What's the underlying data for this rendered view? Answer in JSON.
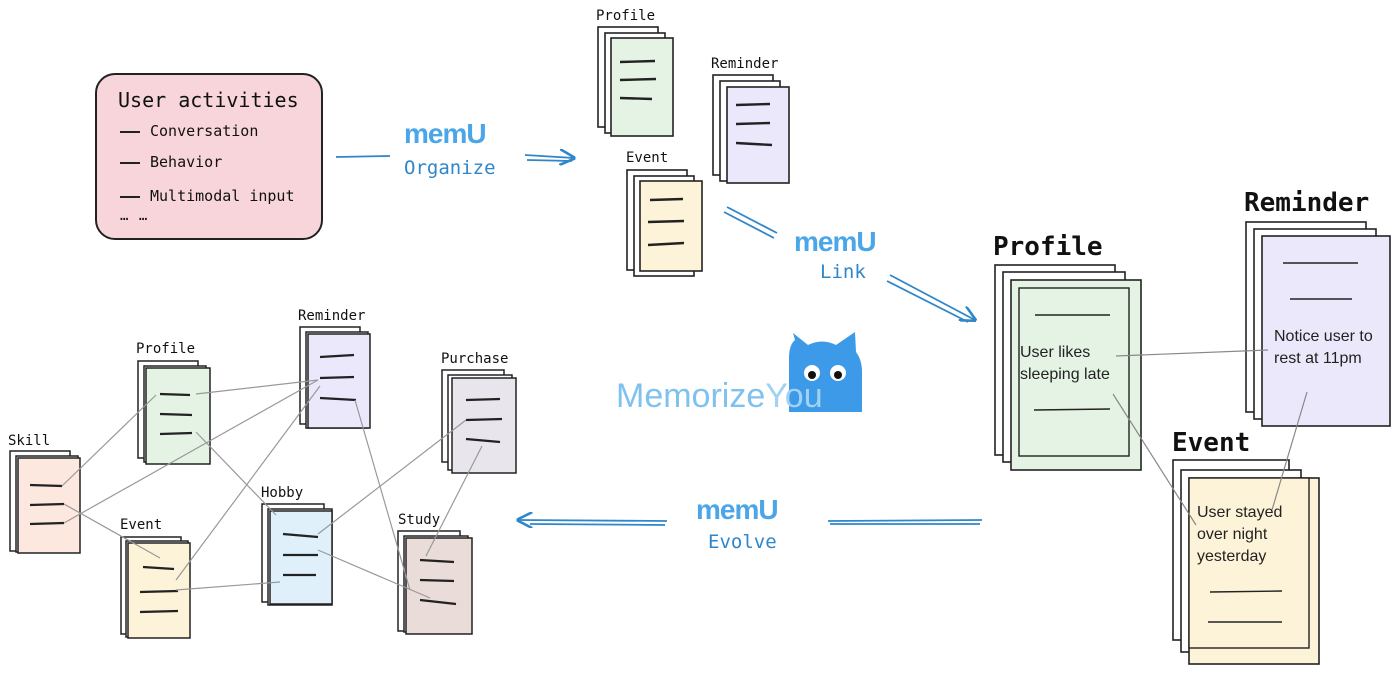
{
  "activities": {
    "title": "User activities",
    "items": [
      "Conversation",
      "Behavior",
      "Multimodal input"
    ],
    "more": "… …"
  },
  "steps": {
    "logo_text": "memU",
    "organize": "Organize",
    "link": "Link",
    "evolve": "Evolve"
  },
  "organized_files": {
    "profile": "Profile",
    "reminder": "Reminder",
    "event": "Event"
  },
  "linked": {
    "profile": {
      "label": "Profile",
      "note": "User likes sleeping late"
    },
    "reminder": {
      "label": "Reminder",
      "note": "Notice user to rest at 11pm"
    },
    "event": {
      "label": "Event",
      "note": "User stayed over night yesterday"
    }
  },
  "mascot": {
    "text_1": "Memorize",
    "text_2": "You"
  },
  "graph": {
    "profile": "Profile",
    "reminder": "Reminder",
    "purchase": "Purchase",
    "skill": "Skill",
    "event": "Event",
    "hobby": "Hobby",
    "study": "Study"
  },
  "colors": {
    "activities_bg": "#f8d5da",
    "profile_fill": "#e5f3e5",
    "reminder_fill": "#ece8fb",
    "event_fill": "#fdf3d8",
    "purchase_fill": "#e8e6ec",
    "skill_fill": "#fde8df",
    "hobby_fill": "#e0f0fb",
    "study_fill": "#eadcd8",
    "accent_blue": "#2f86c9",
    "mascot_blue": "#3d9ae8"
  },
  "icons": [
    "mascot-cat-icon",
    "memu-logo-icon",
    "document-stack-icon",
    "arrow-right-icon",
    "arrow-left-icon"
  ]
}
